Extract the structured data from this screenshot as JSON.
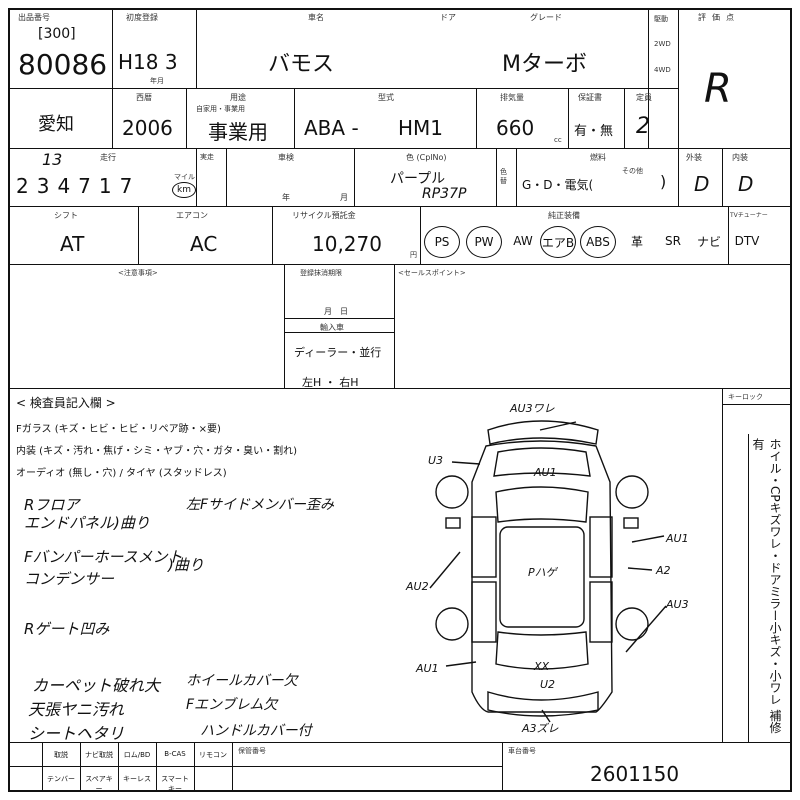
{
  "header": {
    "lot_label": "出品番号",
    "lot_bracket": "[300]",
    "lot_no": "80086",
    "reg_label": "初度登録",
    "reg_value": "H18 3",
    "reg_sub": "年月",
    "car_name_label": "車名",
    "car_name": "バモス",
    "door_label": "ドア",
    "grade_label": "グレード",
    "grade": "Mターボ",
    "drive_label": "駆動",
    "drive_2wd": "2WD",
    "drive_4wd": "4WD",
    "score_label": "評価点",
    "score": "R"
  },
  "row2": {
    "pref": "愛知",
    "year_label": "西暦",
    "year": "2006",
    "use_label": "用途",
    "use_sub": "自家用・事業用",
    "use": "事業用",
    "model_label": "型式",
    "model_prefix": "ABA -",
    "model": "HM1",
    "cc_label": "排気量",
    "cc": "660",
    "cc_unit": "cc",
    "recall_label": "保証書",
    "recall": "有・無",
    "seats_label": "定員",
    "seats": "2"
  },
  "row3": {
    "mileage_label": "走行",
    "mileage_correction": "13",
    "mileage": "234717",
    "mileage_unit": "km",
    "mile_sub": "マイル",
    "meter_label": "実走",
    "inspection_label": "車検",
    "inspection_year": "年",
    "inspection_month": "月",
    "color_label": "色 (CplNo)",
    "color": "パープル",
    "color_code": "RP37P",
    "color_change_label": "色替",
    "fuel_label": "燃料",
    "fuel_options": "G・D・電気(",
    "fuel_other": "その他",
    "fuel_close": ")",
    "exterior_label": "外装",
    "exterior": "D",
    "interior_label": "内装",
    "interior": "D"
  },
  "row4": {
    "shift_label": "シフト",
    "shift": "AT",
    "ac_label": "エアコン",
    "ac": "AC",
    "recycle_label": "リサイクル預託金",
    "recycle": "10,270",
    "recycle_unit": "円",
    "equip_label": "純正装備",
    "equip": [
      "PS",
      "PW",
      "AW",
      "エアB",
      "ABS",
      "革",
      "SR",
      "ナビ",
      "DTV"
    ],
    "equip_circled": [
      true,
      true,
      false,
      true,
      true,
      false,
      false,
      false,
      false
    ],
    "tv_label": "TVチューナー"
  },
  "row5": {
    "notes_label": "<注意事項>",
    "service_label": "登録抹消期限",
    "month_day": "月　日",
    "import_label": "輸入車",
    "dealer": "ディーラー・並行",
    "handle": "左H ・ 右H",
    "sales_label": "<セールスポイント>"
  },
  "inspection": {
    "title": "< 検査員記入欄 >",
    "glass": "Fガラス (キズ・ヒビ・ヒビ・リペア跡・×要)",
    "interior": "内装 (キズ・汚れ・焦げ・シミ・ヤブ・穴・ガタ・臭い・割れ)",
    "audio": "オーディオ (無し・穴) / タイヤ (スタッドレス)",
    "notes": [
      "Rフロア",
      "エンドパネル)曲り",
      "左Fサイドメンバー歪み",
      "Fバンパーホースメント",
      "コンデンサー",
      ")曲り",
      "Rゲート凹み",
      "カーペット破れ大",
      "天張ヤニ汚れ",
      "シートヘタリ",
      "ホイールカバー欠",
      "Fエンブレム欠",
      "ハンドルカバー付"
    ]
  },
  "diagram": {
    "marks": [
      "AU3ワレ",
      "AU1",
      "U3",
      "AU1",
      "A2",
      "AU3",
      "AU2",
      "Pハゲ",
      "AU1",
      "XX",
      "U2",
      "A3ズレ"
    ]
  },
  "side": {
    "keyless_label": "キーロック",
    "vertical_text": "ホイル・CPキズワレ・ドアミラー小キズ・小ワレ 補修有"
  },
  "footer": {
    "options_row1": [
      "取説",
      "ナビ取説",
      "ロム/BD",
      "B-CAS",
      "リモコン"
    ],
    "options_row2": [
      "テンバー",
      "スペアキー",
      "キーレス",
      "スマートキー"
    ],
    "number_label": "保管番号",
    "stock_no_label": "車台番号",
    "stock_no": "2601150"
  }
}
